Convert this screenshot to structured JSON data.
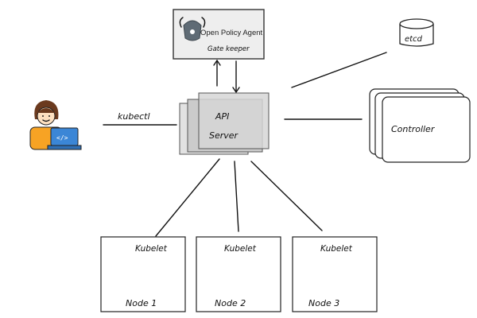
{
  "opa": {
    "title": "Open Policy Agent",
    "subtitle": "Gate keeper",
    "icon": "opa-viking-helmet-icon",
    "box_color": "#eeeeee"
  },
  "etcd": {
    "label": "etcd",
    "icon": "database-cylinder-icon"
  },
  "api_server": {
    "line1": "API",
    "line2": "Server",
    "colors": [
      "#e2e2e2",
      "#cbcbcb",
      "#d6d6d6"
    ]
  },
  "user": {
    "icon": "developer-with-laptop-icon",
    "edge_label": "kubectl",
    "laptop_symbol": "</>",
    "colors": {
      "shirt": "#f7a324",
      "laptop": "#3b86d6",
      "hair": "#6b3a1e"
    }
  },
  "controller": {
    "label": "Controller"
  },
  "nodes": [
    {
      "title": "Node 1",
      "agent": "Kubelet"
    },
    {
      "title": "Node 2",
      "agent": "Kubelet"
    },
    {
      "title": "Node 3",
      "agent": "Kubelet"
    }
  ]
}
